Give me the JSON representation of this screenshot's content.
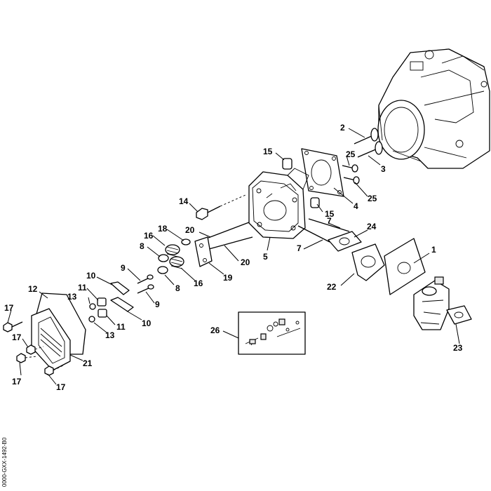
{
  "callouts": [
    "1",
    "2",
    "3",
    "4",
    "5",
    "7",
    "7",
    "8",
    "8",
    "9",
    "9",
    "10",
    "10",
    "11",
    "11",
    "12",
    "13",
    "13",
    "14",
    "15",
    "15",
    "16",
    "16",
    "17",
    "17",
    "17",
    "17",
    "18",
    "19",
    "20",
    "20",
    "21",
    "22",
    "23",
    "24",
    "25",
    "25",
    "26"
  ],
  "image_code": "0000-GXX-1492-B0"
}
